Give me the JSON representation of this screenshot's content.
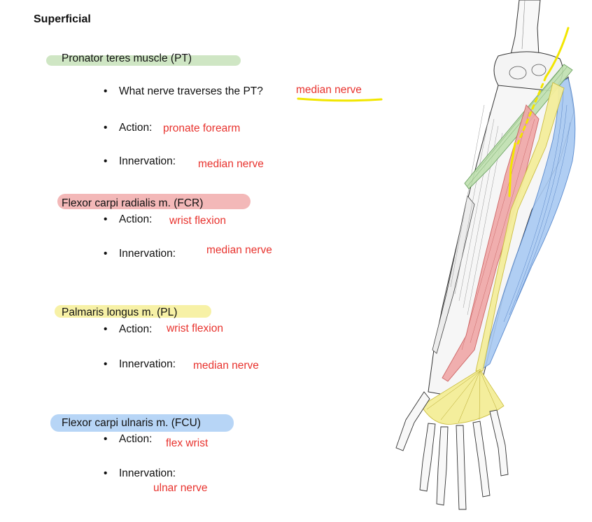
{
  "title": "Superficial",
  "colors": {
    "green_highlight": "#cfe6c4",
    "red_highlight": "#f3b8b8",
    "yellow_highlight": "#f7f1a6",
    "blue_highlight": "#b7d5f6",
    "answer_red": "#e8332e",
    "yellow_pen": "#f2e600"
  },
  "sections": [
    {
      "heading": "Pronator teres muscle (PT)",
      "highlight": "green",
      "items": [
        {
          "label": "What nerve traverses the PT?",
          "answer": "median nerve"
        },
        {
          "label": "Action:",
          "answer": "pronate forearm"
        },
        {
          "label": "Innervation:",
          "answer": "median nerve"
        }
      ]
    },
    {
      "heading": "Flexor carpi radialis m. (FCR)",
      "highlight": "red",
      "items": [
        {
          "label": "Action:",
          "answer": "wrist flexion"
        },
        {
          "label": "Innervation:",
          "answer": "median nerve"
        }
      ]
    },
    {
      "heading": "Palmaris longus m. (PL)",
      "highlight": "yellow",
      "items": [
        {
          "label": "Action:",
          "answer": "wrist flexion"
        },
        {
          "label": "Innervation:",
          "answer": "median nerve"
        }
      ]
    },
    {
      "heading": "Flexor carpi ulnaris m. (FCU)",
      "highlight": "blue",
      "items": [
        {
          "label": "Action:",
          "answer": "flex wrist"
        },
        {
          "label": "Innervation:",
          "answer": "ulnar nerve"
        }
      ]
    }
  ]
}
